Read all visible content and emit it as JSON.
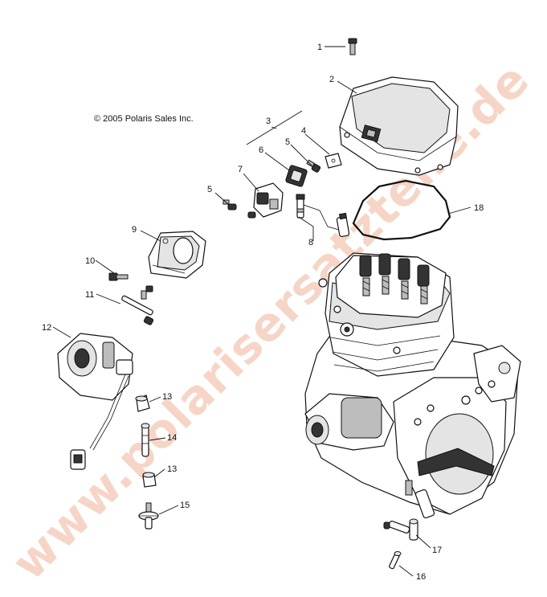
{
  "copyright": "© 2005 Polaris Sales Inc.",
  "watermark": "www.polarisersatzteile.de",
  "callouts": [
    {
      "id": "c1",
      "label": "1"
    },
    {
      "id": "c2",
      "label": "2"
    },
    {
      "id": "c3",
      "label": "3"
    },
    {
      "id": "c4",
      "label": "4"
    },
    {
      "id": "c5a",
      "label": "5"
    },
    {
      "id": "c5b",
      "label": "5"
    },
    {
      "id": "c6",
      "label": "6"
    },
    {
      "id": "c7",
      "label": "7"
    },
    {
      "id": "c8",
      "label": "8"
    },
    {
      "id": "c9",
      "label": "9"
    },
    {
      "id": "c10",
      "label": "10"
    },
    {
      "id": "c11",
      "label": "11"
    },
    {
      "id": "c12",
      "label": "12"
    },
    {
      "id": "c13a",
      "label": "13"
    },
    {
      "id": "c13b",
      "label": "13"
    },
    {
      "id": "c14",
      "label": "14"
    },
    {
      "id": "c15",
      "label": "15"
    },
    {
      "id": "c16",
      "label": "16"
    },
    {
      "id": "c17",
      "label": "17"
    },
    {
      "id": "c18",
      "label": "18"
    }
  ]
}
